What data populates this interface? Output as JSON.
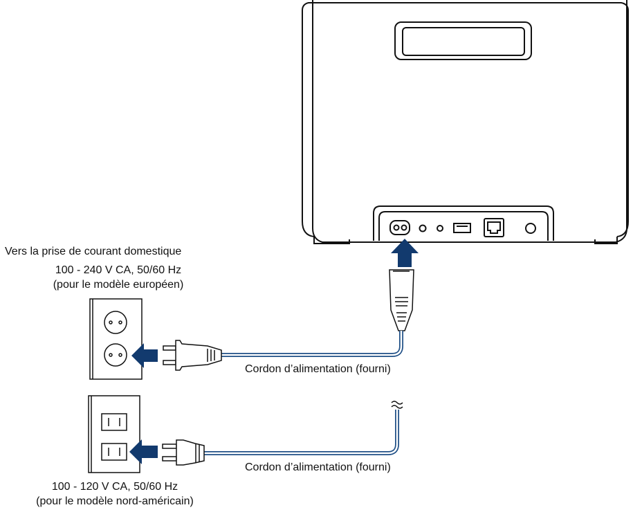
{
  "labels": {
    "outlet_heading": "Vers la prise de courant domestique",
    "eu_voltage": "100 - 240 V CA, 50/60 Hz",
    "eu_model": "(pour le modèle européen)",
    "eu_cord": "Cordon d’alimentation (fourni)",
    "na_cord": "Cordon d’alimentation (fourni)",
    "na_voltage": "100 - 120 V CA, 50/60 Hz",
    "na_model": "(pour le modèle nord-américain)"
  },
  "colors": {
    "arrow": "#123a6e",
    "cable": "#1f4f86",
    "line": "#111111"
  }
}
